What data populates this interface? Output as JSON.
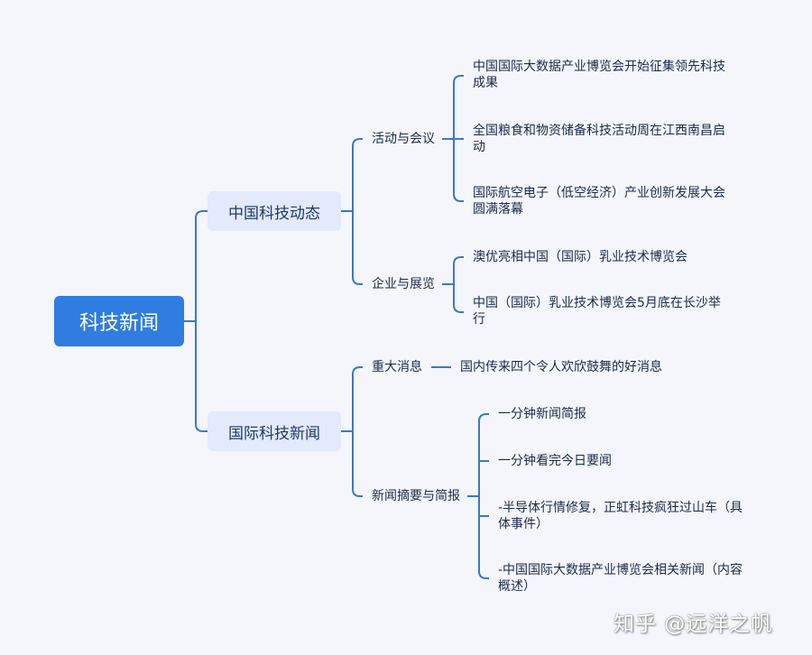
{
  "root": "科技新闻",
  "branches": [
    {
      "label": "中国科技动态",
      "children": [
        {
          "label": "活动与会议",
          "items": [
            "中国国际大数据产业博览会开始征集领先科技成果",
            "全国粮食和物资储备科技活动周在江西南昌启动",
            "国际航空电子（低空经济）产业创新发展大会圆满落幕"
          ]
        },
        {
          "label": "企业与展览",
          "items": [
            "澳优亮相中国（国际）乳业技术博览会",
            "中国（国际）乳业技术博览会5月底在长沙举行"
          ]
        }
      ]
    },
    {
      "label": "国际科技新闻",
      "children": [
        {
          "label": "重大消息",
          "items": [
            "国内传来四个令人欢欣鼓舞的好消息"
          ]
        },
        {
          "label": "新闻摘要与简报",
          "items": [
            "一分钟新闻简报",
            "一分钟看完今日要闻",
            "-半导体行情修复，正虹科技疯狂过山车（具体事件）",
            "-中国国际大数据产业博览会相关新闻（内容概述）"
          ]
        }
      ]
    }
  ],
  "watermark": "知乎 @远洋之帆",
  "colors": {
    "root": "#2f7de1",
    "branch_bg": "#e2eafb",
    "line": "#3a78c9",
    "background": "#f4f6fc"
  }
}
